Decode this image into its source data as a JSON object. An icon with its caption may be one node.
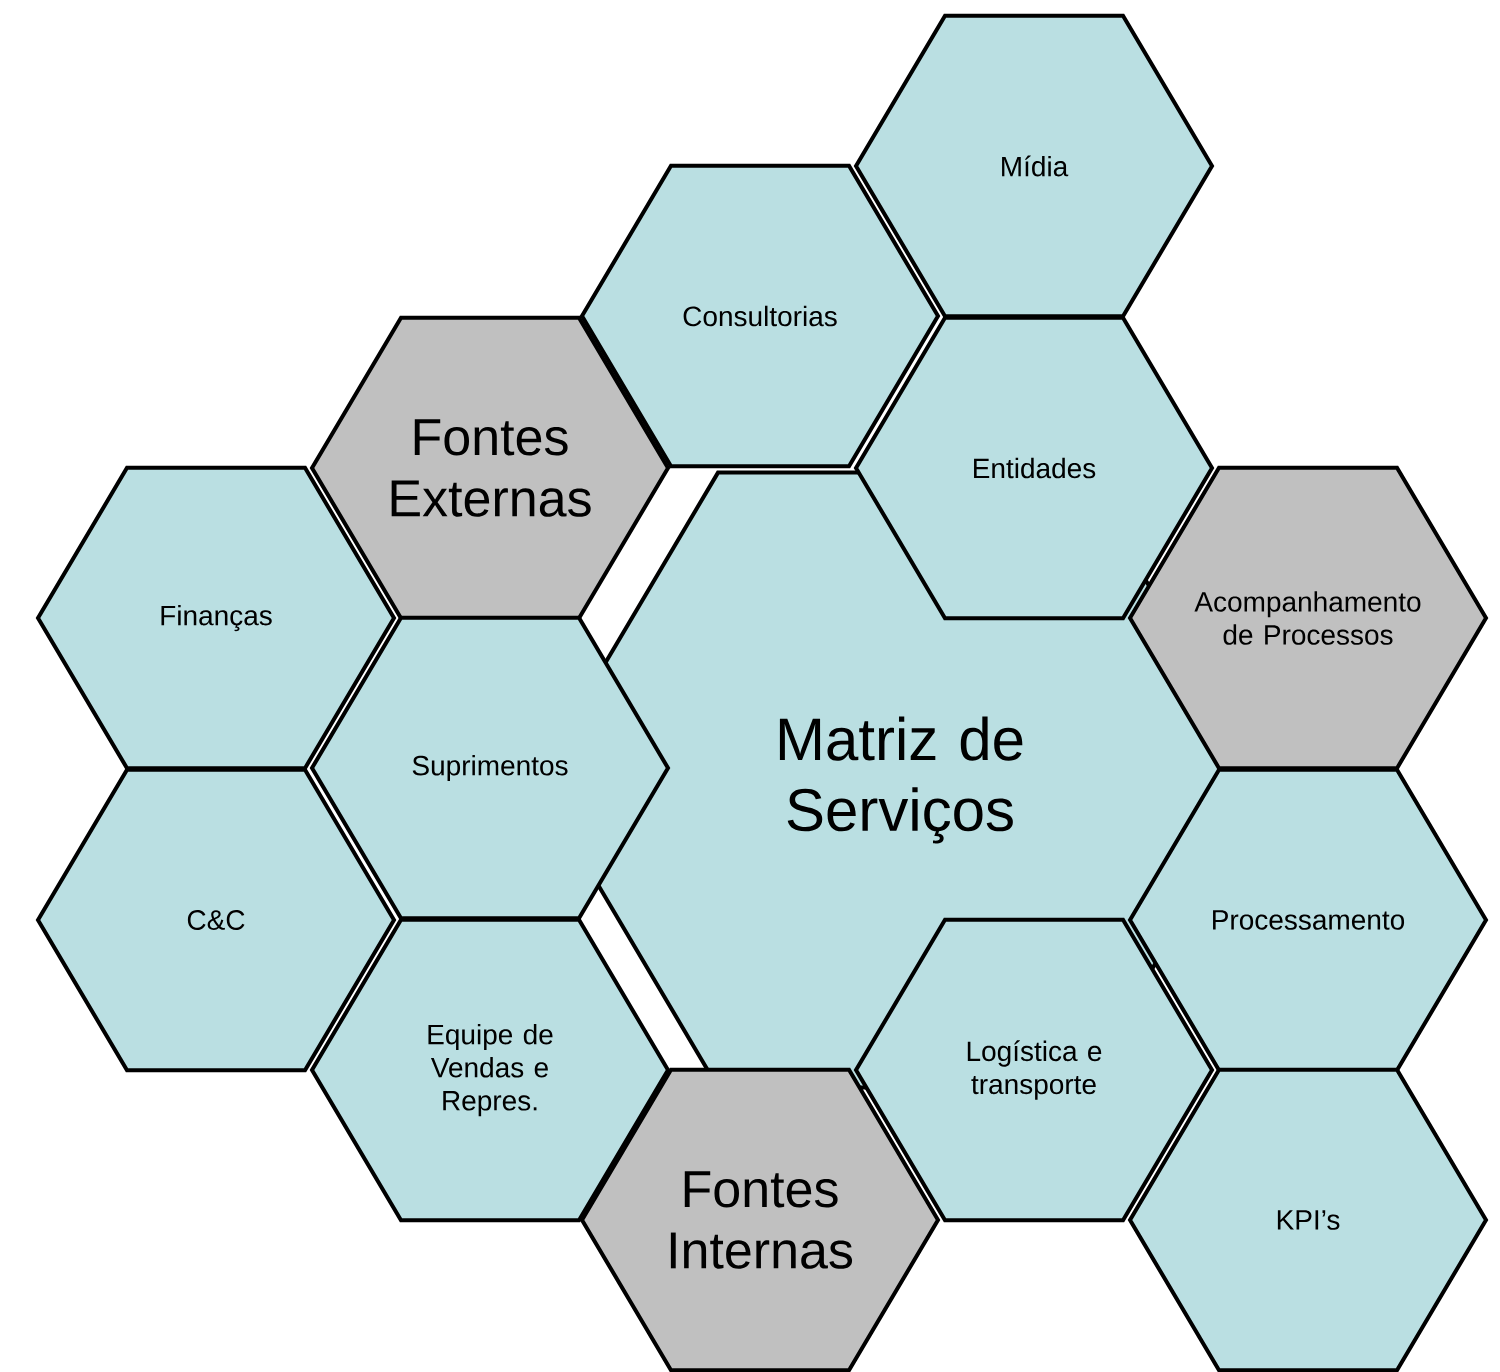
{
  "diagram": {
    "nodes": [
      {
        "text": [
          "Mídia"
        ]
      },
      {
        "text": [
          "Consultorias"
        ]
      },
      {
        "text": [
          "Fontes Externas"
        ]
      },
      {
        "text": [
          "Entidades"
        ]
      },
      {
        "text": [
          "Finanças"
        ]
      },
      {
        "text": [
          "Acompanhamento de Processos"
        ]
      },
      {
        "text": [
          "Matriz de Serviços"
        ]
      },
      {
        "text": [
          "Suprimentos"
        ]
      },
      {
        "text": [
          "C&C"
        ]
      },
      {
        "text": [
          "Processamento"
        ]
      },
      {
        "text": [
          "Equipe de Vendas e Repres."
        ]
      },
      {
        "text": [
          "Logística e transporte"
        ]
      },
      {
        "text": [
          "Fontes Internas"
        ]
      },
      {
        "text": [
          "KPI’s"
        ]
      }
    ]
  }
}
